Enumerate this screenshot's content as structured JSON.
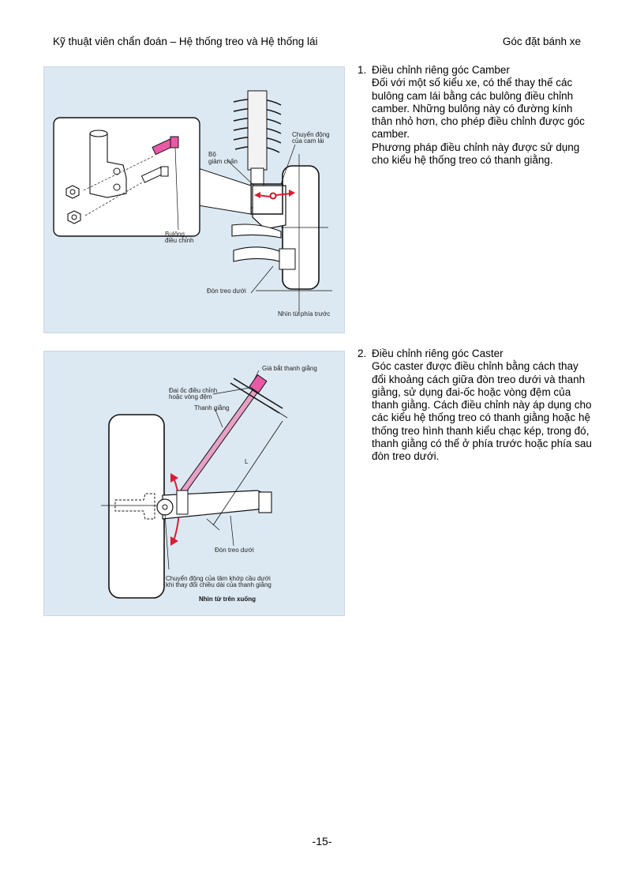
{
  "header": {
    "left": "Kỹ thuật viên chẩn đoán – Hệ thống treo và Hệ thống lái",
    "right": "Góc đặt bánh xe"
  },
  "figure1": {
    "label_shock": [
      "Bộ",
      "giảm chấn"
    ],
    "label_cam": [
      "Chuyển động",
      "của cam lái"
    ],
    "label_bolt": [
      "Bulông",
      "điều chỉnh"
    ],
    "label_lower_arm": "Đòn treo dưới",
    "label_view": "Nhìn từ phía trước"
  },
  "figure2": {
    "label_bracket": "Giá bắt thanh giằng",
    "label_nut": [
      "Đai ốc điều chỉnh",
      "hoặc vòng đệm"
    ],
    "label_strut_bar": "Thanh giằng",
    "label_length": "L",
    "label_lower_arm": "Đòn treo dưới",
    "label_movement": [
      "Chuyển động của tâm khớp cầu dưới",
      "khi thay đổi chiều dài của thanh giằng"
    ],
    "label_view": "Nhìn từ trên xuống"
  },
  "section1": {
    "number": "1.",
    "title": "Điều chỉnh riêng góc Camber",
    "paragraphs": [
      "Đối với một số kiểu xe, có thể thay thế các bulông cam lái bằng các bulông điều chỉnh camber. Những bulông này có đường kính thân nhỏ hơn, cho phép điều chỉnh được góc camber.",
      "Phương pháp điều chỉnh này được sử dụng cho kiểu hệ thống treo có thanh giằng."
    ]
  },
  "section2": {
    "number": "2.",
    "title": "Điều chỉnh riêng góc Caster",
    "paragraphs": [
      "Góc caster được điều chỉnh bằng cách thay đổi khoảng cách giữa đòn treo dưới và thanh giằng, sử dụng đai-ốc hoặc vòng đệm của thanh giằng. Cách điều chỉnh này áp dụng cho các kiểu hệ thống treo có thanh giằng hoặc hệ thống treo hình thanh kiểu chạc kép, trong đó, thanh giằng có thể ở phía trước hoặc phía sau đòn treo dưới."
    ]
  },
  "page_number": "-15-"
}
